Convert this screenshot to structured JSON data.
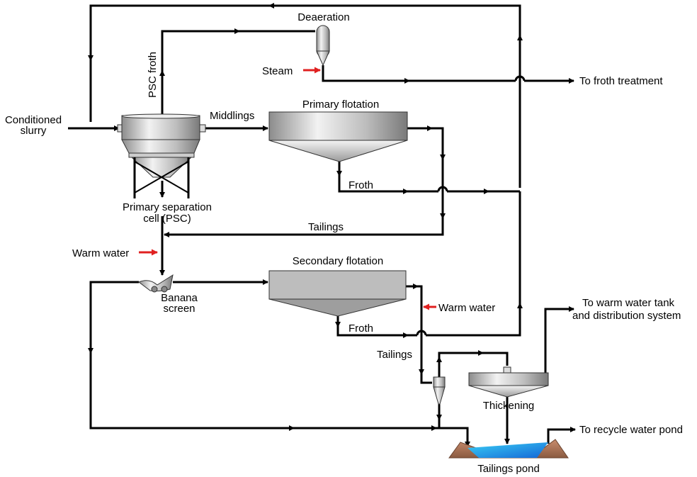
{
  "labels": {
    "conditioned_slurry_1": "Conditioned",
    "conditioned_slurry_2": "slurry",
    "psc_froth": "PSC froth",
    "deaeration": "Deaeration",
    "steam": "Steam",
    "to_froth_treatment": "To froth treatment",
    "middlings": "Middlings",
    "primary_flotation": "Primary flotation",
    "froth_primary": "Froth",
    "psc_label_1": "Primary separation",
    "psc_label_2": "cell (PSC)",
    "tailings_primary": "Tailings",
    "warm_water_left": "Warm water",
    "secondary_flotation": "Secondary flotation",
    "banana_screen_1": "Banana",
    "banana_screen_2": "screen",
    "warm_water_right": "Warm water",
    "froth_secondary": "Froth",
    "warm_water_tank_1": "To warm water tank",
    "warm_water_tank_2": "and  distribution system",
    "tailings_secondary": "Tailings",
    "thickening": "Thickening",
    "to_recycle_water_pond": "To recycle water pond",
    "tailings_pond": "Tailings pond"
  },
  "colors": {
    "line": "#000000",
    "red_arrow": "#e02020",
    "pond_water": "#1aa3e8",
    "pond_bank": "#b8785a"
  }
}
